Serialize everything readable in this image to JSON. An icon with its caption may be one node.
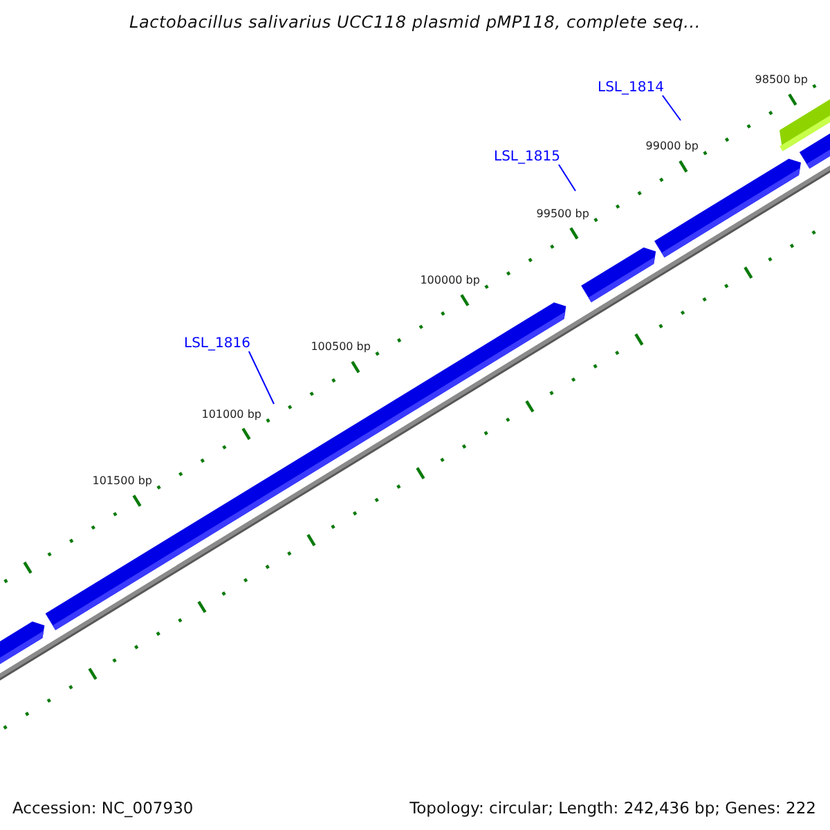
{
  "diagram": {
    "title": "Lactobacillus salivarius UCC118 plasmid pMP118, complete seq...",
    "nodes": [
      {
        "text": [
          "LSL_1814"
        ]
      },
      {
        "text": [
          "LSL_1815"
        ]
      },
      {
        "text": [
          "LSL_1816"
        ]
      }
    ],
    "edges": [
      {
        "from": 0,
        "to": null,
        "arrow": "none"
      },
      {
        "from": 1,
        "to": null,
        "arrow": "none"
      },
      {
        "from": 2,
        "to": null,
        "arrow": "none"
      }
    ],
    "labels": [
      "98500 bp",
      "99000 bp",
      "99500 bp",
      "100000 bp",
      "100500 bp",
      "101000 bp",
      "101500 bp",
      "Accession: NC_007930",
      "Topology: circular; Length: 242,436 bp; Genes: 222"
    ]
  }
}
